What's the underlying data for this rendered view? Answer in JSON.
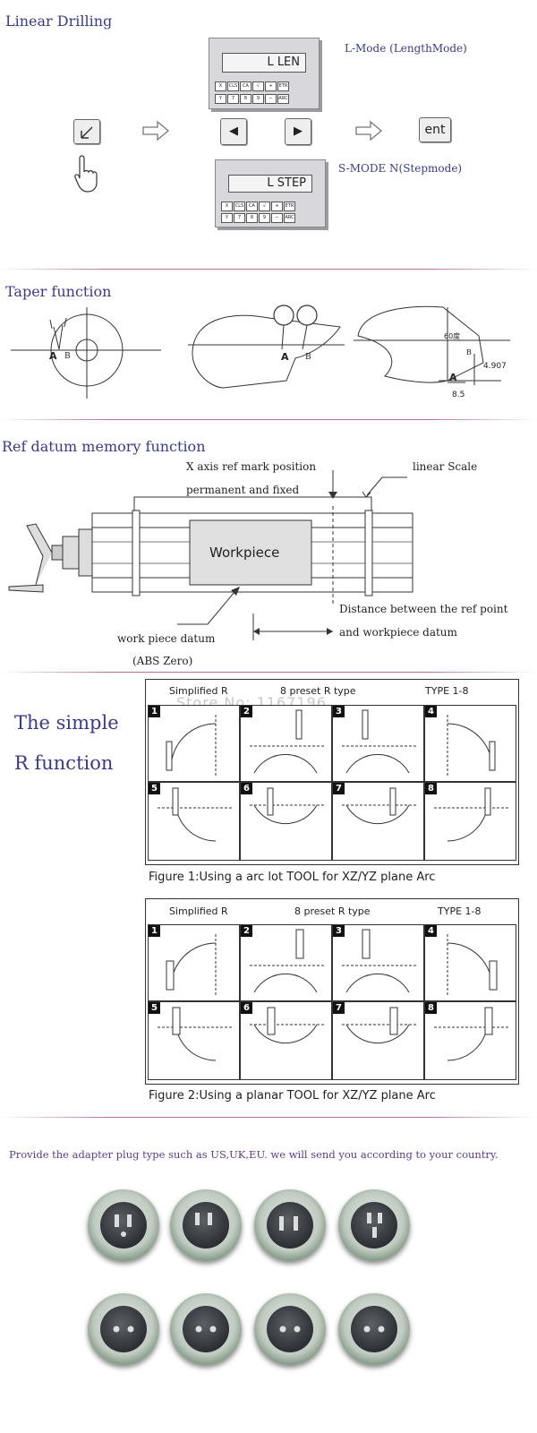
{
  "linear": {
    "title": "Linear Drilling",
    "lmode_label": "L-Mode (LengthMode)",
    "smode_label": "S-MODE N(Stepmode)",
    "lcd_top": "L LEN",
    "lcd_bottom": "L STEP",
    "keys_row1": [
      "X",
      "CLS",
      "CA",
      "√",
      "+",
      "ETR"
    ],
    "keys_row2": [
      "Y",
      "7",
      "8",
      "9",
      "−",
      "ARC"
    ],
    "left_arrow": "◀",
    "right_arrow": "▶",
    "ent_label": "ent"
  },
  "taper": {
    "title": "Taper function",
    "label_A1": "A",
    "label_B1": "B",
    "label_A2": "A",
    "label_B2": "B",
    "label_A3": "A",
    "label_B3": "B",
    "angle": "60度",
    "dim1": "4.907",
    "dim2": "8.5"
  },
  "ref": {
    "title": "Ref datum memory function",
    "xaxis_line1": "X axis ref mark position",
    "xaxis_line2": "permanent and fixed",
    "scale": "linear Scale",
    "workpiece": "Workpiece",
    "distance_line1": "Distance between the ref point",
    "distance_line2": "and workpiece datum",
    "datum_line1": "work piece datum",
    "datum_line2": "(ABS Zero)"
  },
  "simple_r": {
    "title_line1": "The simple",
    "title_line2": "R  function",
    "watermark": "Store No: 1167196",
    "fig1": {
      "head_left": "Simplified R",
      "head_mid": "8 preset R type",
      "head_right": "TYPE 1-8",
      "numbers": [
        "1",
        "2",
        "3",
        "4",
        "5",
        "6",
        "7",
        "8"
      ],
      "caption": "Figure 1:Using a arc lot  TOOL for  XZ/YZ plane Arc"
    },
    "fig2": {
      "head_left": "Simplified R",
      "head_mid": "8 preset R type",
      "head_right": "TYPE 1-8",
      "numbers": [
        "1",
        "2",
        "3",
        "4",
        "5",
        "6",
        "7",
        "8"
      ],
      "caption": "Figure 2:Using a planar  TOOL for  XZ/YZ plane Arc"
    }
  },
  "adapter": {
    "text": "Provide the adapter plug type  such as US,UK,EU.  we will send you according to your country."
  }
}
